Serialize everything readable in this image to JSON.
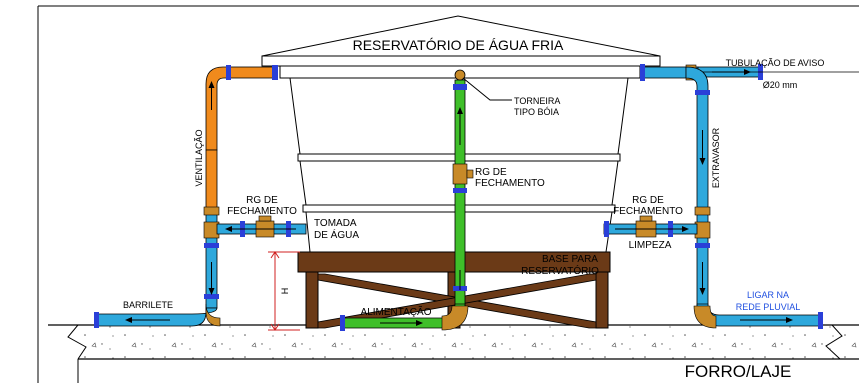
{
  "labels": {
    "title": "RESERVATÓRIO DE ÁGUA FRIA",
    "aviso": "TUBULAÇÃO DE AVISO",
    "aviso_diam": "Ø20 mm",
    "torneira_1": "TORNEIRA",
    "torneira_2": "TIPO BÓIA",
    "rg_center_1": "RG DE",
    "rg_center_2": "FECHAMENTO",
    "rg_left_1": "RG DE",
    "rg_left_2": "FECHAMENTO",
    "rg_right_1": "RG DE",
    "rg_right_2": "FECHAMENTO",
    "tomada_1": "TOMADA",
    "tomada_2": "DE ÁGUA",
    "limpeza": "LIMPEZA",
    "base_1": "BASE PARA",
    "base_2": "RESERVATÓRIO",
    "ventilacao": "VENTILAÇÃO",
    "extravasor": "EXTRAVASOR",
    "barrilete": "BARRILETE",
    "alimentacao": "ALIMENTAÇÃO",
    "pluvial_1": "LIGAR NA",
    "pluvial_2": "REDE PLUVIAL",
    "height": "H",
    "floor": "FORRO/LAJE"
  },
  "colors": {
    "pipe_blue": "#2ea8dc",
    "pipe_orange": "#f08a1c",
    "pipe_green": "#3fbf2a",
    "fitting_blue": "#2a3fd8",
    "fitting_brown": "#c88a28",
    "base_brown": "#6b3a17",
    "dim_red": "#d02020",
    "link_blue": "#2050e0"
  }
}
